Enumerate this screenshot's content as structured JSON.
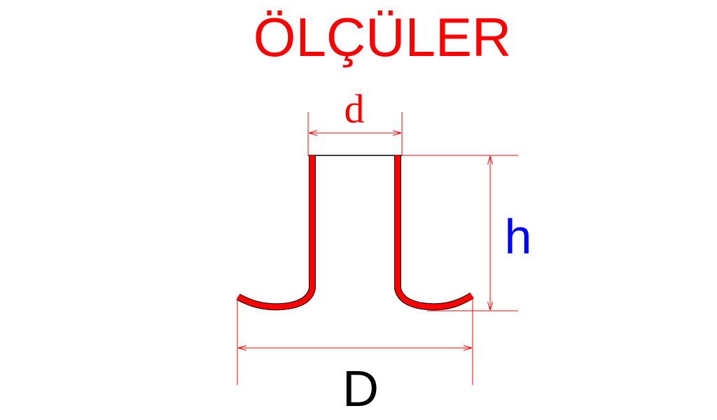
{
  "title": "ÖLÇÜLER",
  "labels": {
    "inner_diameter": "d",
    "height": "h",
    "outer_diameter": "D"
  },
  "colors": {
    "title": "#ff0000",
    "profile": "#ff0000",
    "profile_outline": "#000000",
    "dimension_lines": "#ff0000",
    "inner_diameter_label": "#ff0000",
    "height_label": "#0000ff",
    "outer_diameter_label": "#000000"
  }
}
